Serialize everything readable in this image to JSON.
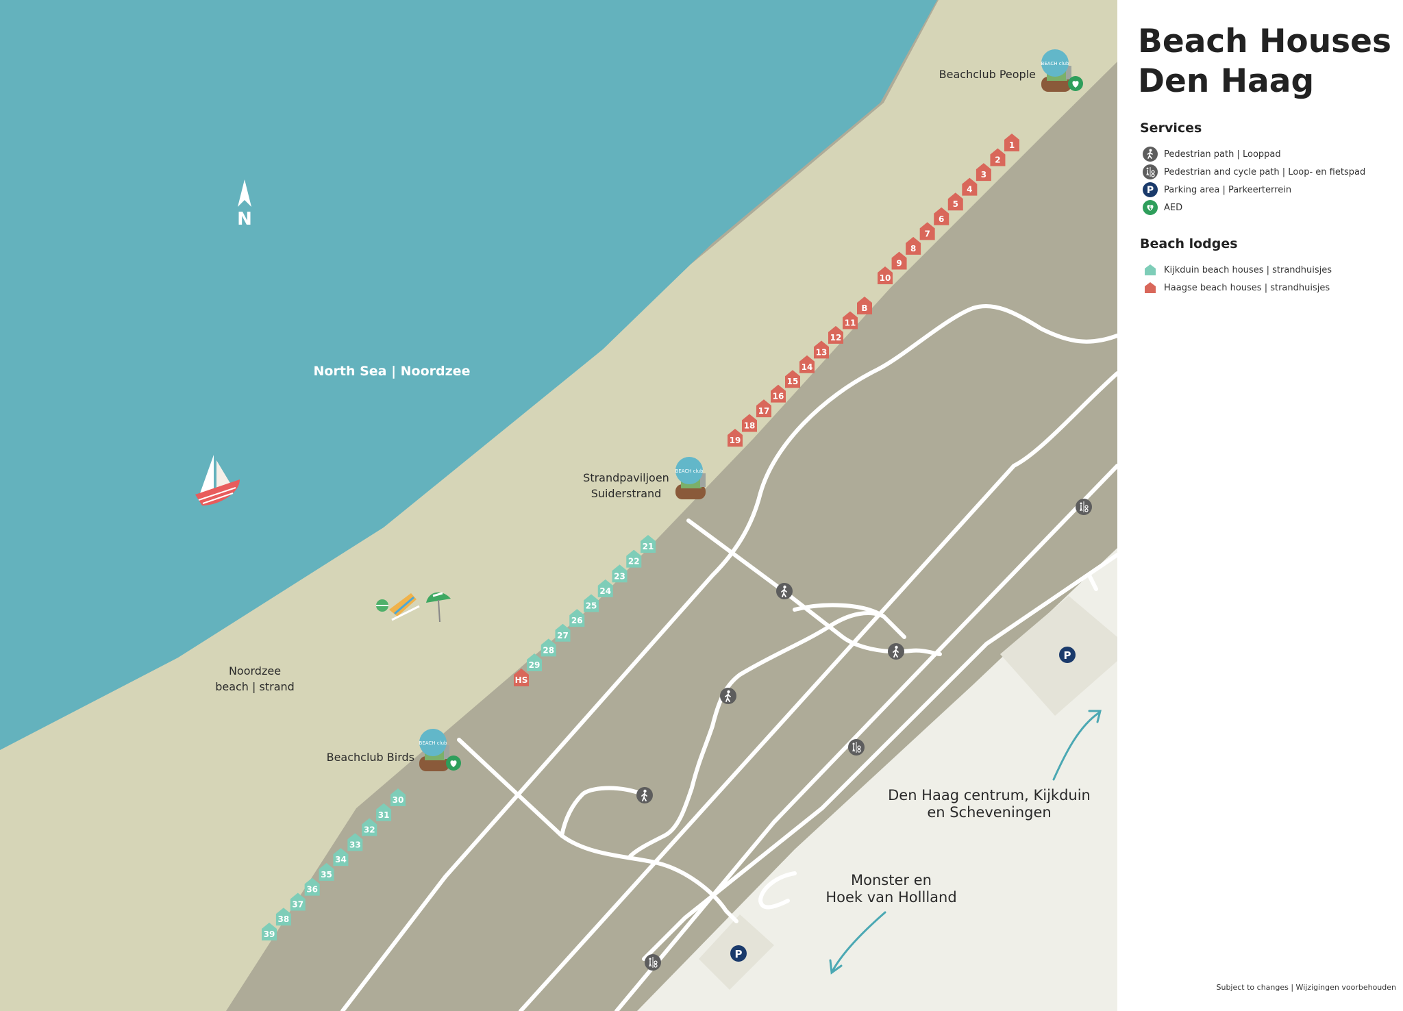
{
  "legend": {
    "title_line1": "Beach Houses",
    "title_line2": "Den Haag",
    "services_heading": "Services",
    "services": [
      {
        "icon": "pedestrian-icon",
        "label": "Pedestrian path | Looppad"
      },
      {
        "icon": "pedestrian-cycle-icon",
        "label": "Pedestrian and cycle path | Loop- en fietspad"
      },
      {
        "icon": "parking-icon",
        "label": "Parking area | Parkeerterrein"
      },
      {
        "icon": "aed-icon",
        "label": "AED"
      }
    ],
    "lodges_heading": "Beach lodges",
    "lodges": [
      {
        "icon": "teal-lodge-icon",
        "label": "Kijkduin beach houses | strandhuisjes"
      },
      {
        "icon": "red-lodge-icon",
        "label": "Haagse beach houses | strandhuisjes"
      }
    ],
    "footnote": "Subject to changes | Wijzigingen voorbehouden"
  },
  "map": {
    "compass": "N",
    "sea_label": "North Sea | Noordzee",
    "beach_label_line1": "Noordzee",
    "beach_label_line2": "beach | strand",
    "clubs": [
      {
        "name_line1": "Beachclub People",
        "name_line2": "",
        "has_aed": true
      },
      {
        "name_line1": "Strandpaviljoen",
        "name_line2": "Suiderstrand",
        "has_aed": false
      },
      {
        "name_line1": "Beachclub Birds",
        "name_line2": "",
        "has_aed": true
      }
    ],
    "club_sign": "BEACH club",
    "direction_north_line1": "Den Haag centrum, Kijkduin",
    "direction_north_line2": "en Scheveningen",
    "direction_south_line1": "Monster en",
    "direction_south_line2": "Hoek van Hollland",
    "red_houses": [
      "1",
      "2",
      "3",
      "4",
      "5",
      "6",
      "7",
      "8",
      "9",
      "10",
      "B",
      "11",
      "12",
      "13",
      "14",
      "15",
      "16",
      "17",
      "18",
      "19"
    ],
    "teal_houses_upper": [
      "21",
      "22",
      "23",
      "24",
      "25",
      "26",
      "27",
      "28",
      "29"
    ],
    "hs_house": "HS",
    "teal_houses_lower": [
      "30",
      "31",
      "32",
      "33",
      "34",
      "35",
      "36",
      "37",
      "38",
      "39"
    ],
    "parking_glyph": "P"
  },
  "colors": {
    "sea": "#64b2bd",
    "sand": "#d6d5b7",
    "dune": "#aeab98",
    "land": "#efefe8",
    "road": "#ffffff",
    "red_house": "#d9675a",
    "teal_house": "#7ecdb8",
    "club_badge": "#62b7c9",
    "parking": "#1a3a6b",
    "aed": "#2e9e5b",
    "service_icon": "#5d5d5d",
    "arrow": "#4ba8b3"
  }
}
